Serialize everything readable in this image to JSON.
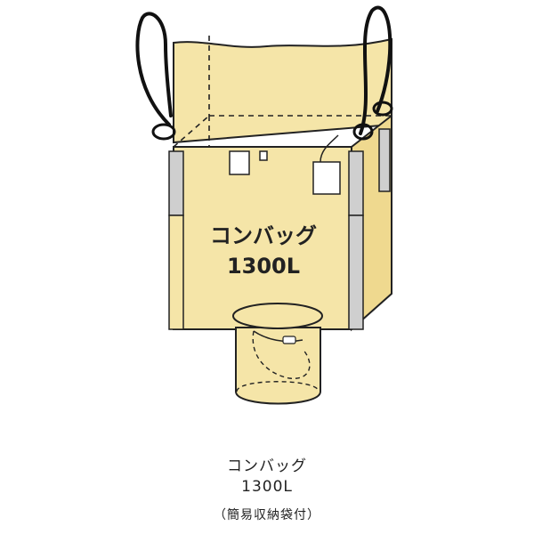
{
  "product": {
    "bag_label_line1": "コンバッグ",
    "bag_label_line2": "1300L",
    "caption_name": "コンバッグ",
    "caption_capacity": "1300L",
    "caption_note": "（簡易収納袋付）"
  },
  "colors": {
    "bag_fill": "#f5e5a8",
    "bag_dark": "#efd98f",
    "outline": "#222222",
    "belt": "#cfcfcf",
    "rope": "#111111"
  },
  "icons": [
    "rope-loop-icon",
    "buckle-icon"
  ]
}
